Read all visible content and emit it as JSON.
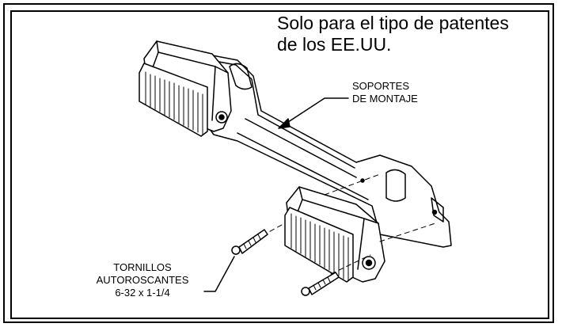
{
  "note": {
    "line1": "Solo para el tipo de patentes",
    "line2": "de los EE.UU."
  },
  "callouts": {
    "soportes": {
      "line1": "SOPORTES",
      "line2": "DE MONTAJE"
    },
    "tornillos": {
      "line1": "TORNILLOS",
      "line2": "AUTOROSCANTES",
      "line3": "6-32 x 1-1/4"
    }
  }
}
